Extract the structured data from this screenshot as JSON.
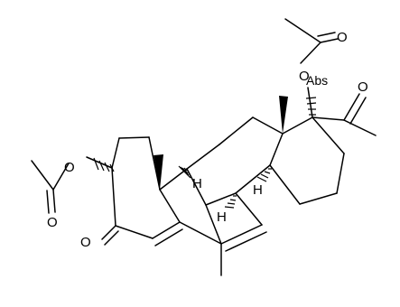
{
  "structure": {
    "atom_labels": {
      "o_ketone_c3": "O",
      "o_ester_c2": "O",
      "o_acetate_carbonyl_left": "O",
      "o_c20_ketone": "O",
      "o_acetate_carbonyl_top": "O",
      "o_ester_c17": "O",
      "abs_marker": "Abs"
    },
    "stereo_h_labels": [
      "H",
      "H",
      "H"
    ],
    "colors": {
      "ink": "#000000",
      "background": "#ffffff"
    }
  }
}
